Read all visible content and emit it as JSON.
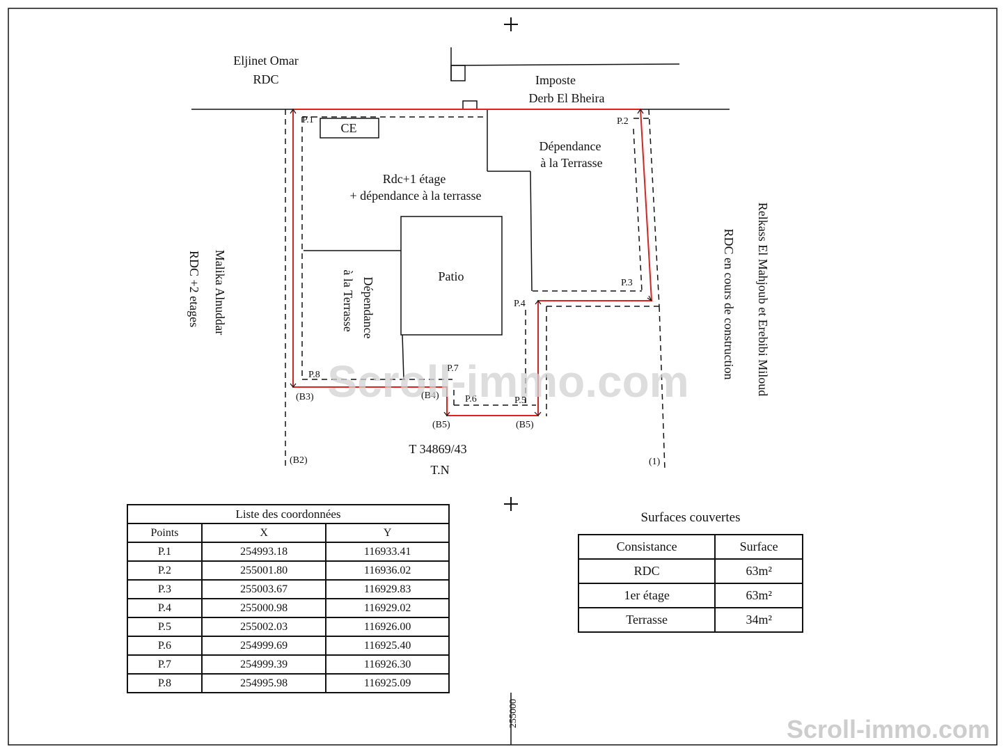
{
  "neighbours": {
    "north_west": [
      "Eljinet Omar",
      "RDC"
    ],
    "north": [
      "Imposte",
      "Derb El Bheira"
    ],
    "west": [
      "Malika Alnuddar",
      "RDC +2 etages"
    ],
    "east": [
      "Relkass El Mahjoub et Erebibi Miloud",
      "RDC en cours de construction"
    ]
  },
  "plan_labels": {
    "ce": "CE",
    "main": [
      "Rdc+1 étage",
      "+ dépendance à la terrasse"
    ],
    "dep_ne": [
      "Dépendance",
      "à la Terrasse"
    ],
    "dep_w": [
      "Dépendance",
      "à la Terrasse"
    ],
    "patio": "Patio",
    "title_number": "T 34869/43",
    "tn": "T.N",
    "grid_x": "255000"
  },
  "points": {
    "p1": "P.1",
    "p2": "P.2",
    "p3": "P.3",
    "p4": "P.4",
    "p5": "P.5",
    "p6": "P.6",
    "p7": "P.7",
    "p8": "P.8"
  },
  "bornes": {
    "b3": "(B3)",
    "b4": "(B4)",
    "b5a": "(B5)",
    "b5b": "(B5)",
    "b2": "(B2)",
    "n1": "(1)"
  },
  "watermarks": {
    "center": "Scroll-immo.com",
    "corner": "Scroll-immo.com"
  },
  "coordinates_table": {
    "caption": "Liste des coordonnées",
    "headers": [
      "Points",
      "X",
      "Y"
    ],
    "rows": [
      [
        "P.1",
        "254993.18",
        "116933.41"
      ],
      [
        "P.2",
        "255001.80",
        "116936.02"
      ],
      [
        "P.3",
        "255003.67",
        "116929.83"
      ],
      [
        "P.4",
        "255000.98",
        "116929.02"
      ],
      [
        "P.5",
        "255002.03",
        "116926.00"
      ],
      [
        "P.6",
        "254999.69",
        "116925.40"
      ],
      [
        "P.7",
        "254999.39",
        "116926.30"
      ],
      [
        "P.8",
        "254995.98",
        "116925.09"
      ]
    ]
  },
  "surfaces": {
    "title": "Surfaces couvertes",
    "headers": [
      "Consistance",
      "Surface"
    ],
    "rows": [
      [
        "RDC",
        "63m²"
      ],
      [
        "1er étage",
        "63m²"
      ],
      [
        "Terrasse",
        "34m²"
      ]
    ]
  },
  "colors": {
    "boundary": "#e0201c",
    "ink": "#111111",
    "watermark": "#c8c8c8"
  }
}
